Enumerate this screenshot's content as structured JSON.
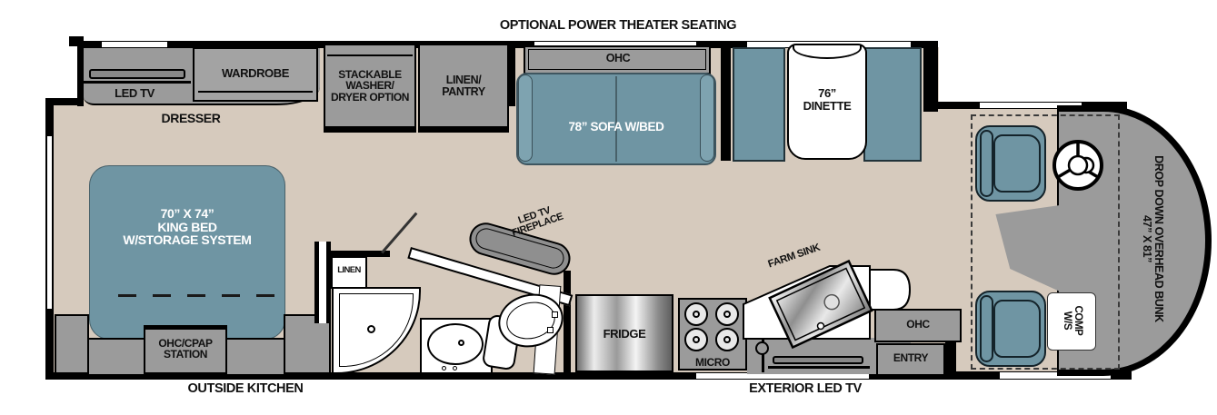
{
  "exterior": {
    "theater_seating": "OPTIONAL POWER THEATER SEATING",
    "outside_kitchen": "OUTSIDE KITCHEN",
    "exterior_led_tv": "EXTERIOR LED TV"
  },
  "bedroom": {
    "led_tv": "LED TV",
    "wardrobe": "WARDROBE",
    "dresser": "DRESSER",
    "king_bed": "70” X 74”\nKING BED\nW/STORAGE SYSTEM",
    "ohc_cpap": "OHC/CPAP\nSTATION"
  },
  "utility": {
    "washer_dryer": "STACKABLE\nWASHER/\nDRYER OPTION",
    "linen_pantry": "LINEN/\nPANTRY"
  },
  "living": {
    "ohc": "OHC",
    "sofa": "78” SOFA W/BED",
    "dinette": "76”\nDINETTE"
  },
  "bath": {
    "linen": "LINEN",
    "fireplace": "LED TV\nFIREPLACE"
  },
  "kitchen": {
    "fridge": "FRIDGE",
    "micro": "MICRO",
    "farm_sink": "FARM SINK",
    "ohc": "OHC",
    "entry": "ENTRY"
  },
  "cab": {
    "comp_ws": "COMP\nW/S",
    "bunk": "DROP DOWN OVERHEAD BUNK\n47” X 81”"
  },
  "colors": {
    "floor": "#d6cabd",
    "furniture_gray": "#9b9b9b",
    "upholstery_teal": "#6f95a3",
    "wall": "#000000",
    "label": "#111111"
  }
}
